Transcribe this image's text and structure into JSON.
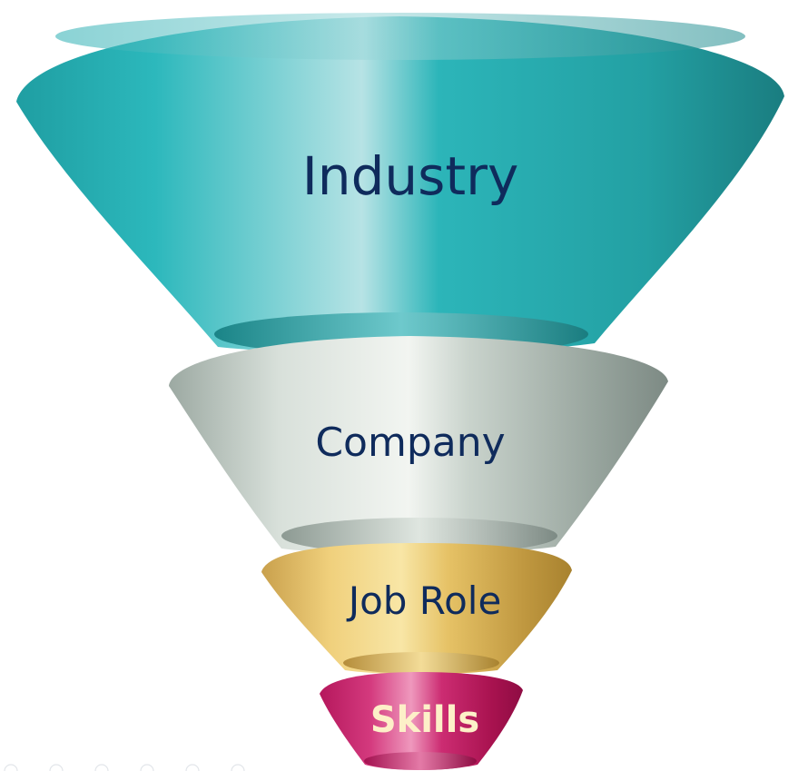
{
  "funnel": {
    "levels": [
      {
        "label": "Industry",
        "text_color": "#0f2b5c"
      },
      {
        "label": "Company",
        "text_color": "#0f2b5c"
      },
      {
        "label": "Job Role",
        "text_color": "#0f2b5c"
      },
      {
        "label": "Skills",
        "text_color": "#fdf0c8"
      }
    ],
    "colors": {
      "teal_dark": "#1e8f8f",
      "teal_mid": "#2cb5b9",
      "teal_light": "#a8dde0",
      "grey_dark": "#7d8a84",
      "grey_mid": "#c9d3cc",
      "grey_light": "#eef2ee",
      "gold_dark": "#b08a3a",
      "gold_mid": "#e8c46a",
      "gold_light": "#f7e2a0",
      "pink_dark": "#a3104f",
      "pink_mid": "#cf2f76",
      "pink_light": "#ec8cb4"
    }
  }
}
